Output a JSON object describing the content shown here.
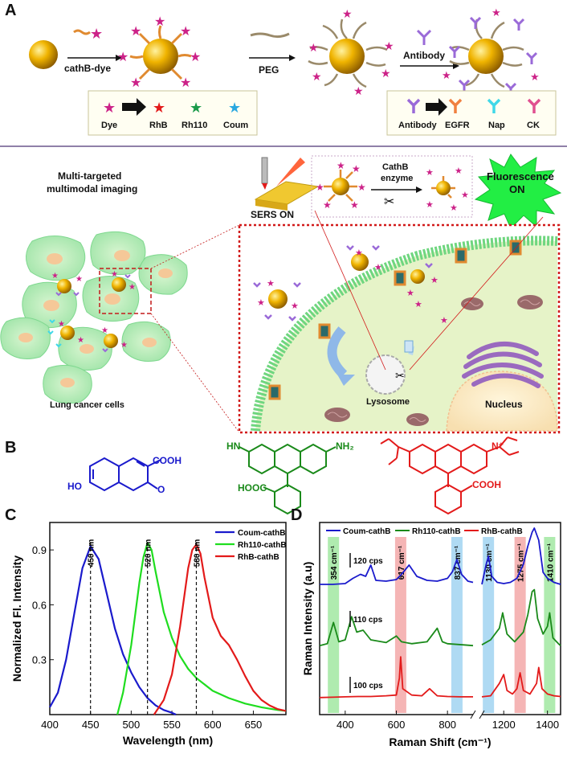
{
  "panels": {
    "a": "A",
    "b": "B",
    "c": "C",
    "d": "D"
  },
  "panelA": {
    "step1": "cathB-dye",
    "step2": "PEG",
    "step3": "Antibody",
    "dye_legend": [
      "Dye",
      "RhB",
      "Rh110",
      "Coum"
    ],
    "antibody_legend": [
      "Antibody",
      "EGFR",
      "Nap",
      "CK"
    ],
    "multi_title_1": "Multi-targeted",
    "multi_title_2": "multimodal imaging",
    "sers_on": "SERS ON",
    "enzyme_1": "CathB",
    "enzyme_2": "enzyme",
    "fluorescence_1": "Fluorescence",
    "fluorescence_2": "ON",
    "lung_cells": "Lung cancer cells",
    "lysosome": "Lysosome",
    "nucleus": "Nucleus"
  },
  "colors": {
    "blue": "#1a1acc",
    "green": "#1fcc1f",
    "red": "#e31a1a",
    "darkgreen": "#1a8a1a",
    "magenta": "#cc2288",
    "gold": "#e8a800"
  },
  "panelB": {
    "coum": {
      "cooh": "COOH",
      "ho": "HO",
      "o": "O"
    },
    "rh110": {
      "hn": "HN",
      "nh2": "NH₂",
      "hooc": "HOOC"
    },
    "rhb": {
      "cooh": "COOH",
      "n_plus": "N⁺"
    }
  },
  "chart_data": [
    {
      "type": "line",
      "panel": "C",
      "xlabel": "Wavelength (nm)",
      "ylabel": "Normalized Fl. Intensity",
      "xlim": [
        400,
        690
      ],
      "ylim": [
        0,
        1.05
      ],
      "xticks": [
        400,
        450,
        500,
        550,
        600,
        650
      ],
      "yticks": [
        0.3,
        0.6,
        0.9
      ],
      "legend_position": "top-right",
      "peak_annotations": [
        "450 nm",
        "520 nm",
        "580 nm"
      ],
      "peak_positions": [
        450,
        520,
        580
      ],
      "series": [
        {
          "name": "Coum-cathB",
          "color": "#1a1acc",
          "x": [
            400,
            410,
            420,
            430,
            440,
            450,
            460,
            470,
            480,
            490,
            500,
            510,
            520,
            530,
            540,
            550,
            555
          ],
          "y": [
            0.04,
            0.12,
            0.3,
            0.55,
            0.8,
            0.92,
            0.85,
            0.66,
            0.47,
            0.33,
            0.23,
            0.15,
            0.09,
            0.05,
            0.025,
            0.01,
            0.0
          ]
        },
        {
          "name": "Rh110-cathB",
          "color": "#1fdd1f",
          "x": [
            483,
            490,
            500,
            510,
            515,
            520,
            525,
            530,
            540,
            550,
            560,
            570,
            580,
            600,
            620,
            640,
            660,
            680,
            690
          ],
          "y": [
            0.0,
            0.12,
            0.38,
            0.72,
            0.86,
            0.94,
            0.9,
            0.78,
            0.56,
            0.42,
            0.32,
            0.25,
            0.2,
            0.13,
            0.09,
            0.06,
            0.04,
            0.025,
            0.02
          ]
        },
        {
          "name": "RhB-cathB",
          "color": "#e31a1a",
          "x": [
            528,
            540,
            550,
            560,
            570,
            575,
            580,
            585,
            590,
            600,
            610,
            620,
            630,
            640,
            650,
            660,
            670,
            680,
            690
          ],
          "y": [
            0.0,
            0.08,
            0.22,
            0.48,
            0.8,
            0.9,
            0.93,
            0.88,
            0.75,
            0.53,
            0.43,
            0.38,
            0.3,
            0.21,
            0.13,
            0.08,
            0.05,
            0.03,
            0.02
          ]
        }
      ]
    },
    {
      "type": "line",
      "panel": "D",
      "xlabel": "Raman Shift (cm⁻¹)",
      "ylabel": "Raman Intensity (a.u)",
      "xticks": [
        400,
        600,
        800,
        1200,
        1400
      ],
      "axis_break": [
        900,
        1100
      ],
      "legend_position": "top",
      "scale_bars": [
        "120 cps",
        "110 cps",
        "100 cps"
      ],
      "band_labels": [
        "354 cm⁻¹",
        "617 cm⁻¹",
        "837 cm⁻¹",
        "1130 cm⁻¹",
        "1275 cm⁻¹",
        "1410 cm⁻¹"
      ],
      "band_positions": [
        354,
        617,
        837,
        1130,
        1275,
        1410
      ],
      "band_colors": [
        "#9be69b",
        "#f2a3a3",
        "#9bd1f0",
        "#9bd1f0",
        "#f2a3a3",
        "#9be69b"
      ],
      "series": [
        {
          "name": "Coum-cathB",
          "color": "#1a1acc",
          "x": [
            300,
            350,
            400,
            430,
            460,
            480,
            500,
            520,
            560,
            600,
            620,
            650,
            680,
            720,
            760,
            800,
            820,
            837,
            855,
            880,
            900,
            1100,
            1120,
            1130,
            1145,
            1170,
            1200,
            1230,
            1260,
            1290,
            1310,
            1330,
            1340,
            1360,
            1380,
            1400,
            1430,
            1460
          ],
          "y": [
            0.3,
            0.3,
            0.32,
            0.45,
            0.55,
            0.5,
            0.78,
            0.4,
            0.38,
            0.42,
            0.55,
            0.78,
            0.5,
            0.4,
            0.38,
            0.45,
            0.62,
            0.92,
            0.55,
            0.38,
            0.35,
            0.3,
            0.8,
            1.0,
            0.5,
            0.35,
            0.32,
            0.35,
            0.45,
            0.8,
            1.25,
            1.6,
            1.7,
            1.4,
            0.6,
            0.45,
            0.35,
            0.3
          ]
        },
        {
          "name": "Rh110-cathB",
          "color": "#1a8a1a",
          "x": [
            300,
            330,
            354,
            375,
            400,
            425,
            445,
            470,
            500,
            560,
            600,
            620,
            660,
            720,
            760,
            780,
            800,
            860,
            900,
            1100,
            1140,
            1180,
            1195,
            1215,
            1250,
            1290,
            1310,
            1330,
            1340,
            1355,
            1380,
            1400,
            1410,
            1425,
            1450,
            1460
          ],
          "y": [
            0.1,
            0.15,
            0.7,
            0.2,
            0.25,
            0.85,
            0.45,
            0.5,
            0.25,
            0.18,
            0.35,
            0.2,
            0.15,
            0.2,
            0.55,
            0.2,
            0.15,
            0.12,
            0.1,
            0.12,
            0.25,
            0.55,
            0.95,
            0.4,
            0.2,
            0.45,
            0.9,
            1.5,
            1.55,
            0.8,
            0.4,
            0.6,
            0.95,
            0.3,
            0.15,
            0.1
          ]
        },
        {
          "name": "RhB-cathB",
          "color": "#e31a1a",
          "x": [
            300,
            350,
            400,
            450,
            500,
            560,
            600,
            612,
            617,
            625,
            660,
            700,
            730,
            760,
            800,
            850,
            900,
            1100,
            1140,
            1180,
            1200,
            1215,
            1240,
            1260,
            1275,
            1290,
            1320,
            1350,
            1360,
            1375,
            1400,
            1430,
            1460
          ],
          "y": [
            0.05,
            0.06,
            0.07,
            0.08,
            0.08,
            0.1,
            0.12,
            0.6,
            1.2,
            0.3,
            0.12,
            0.1,
            0.3,
            0.1,
            0.08,
            0.07,
            0.07,
            0.07,
            0.1,
            0.45,
            0.7,
            0.25,
            0.15,
            0.3,
            0.75,
            0.25,
            0.15,
            0.45,
            0.9,
            0.3,
            0.15,
            0.1,
            0.08
          ]
        }
      ]
    }
  ]
}
